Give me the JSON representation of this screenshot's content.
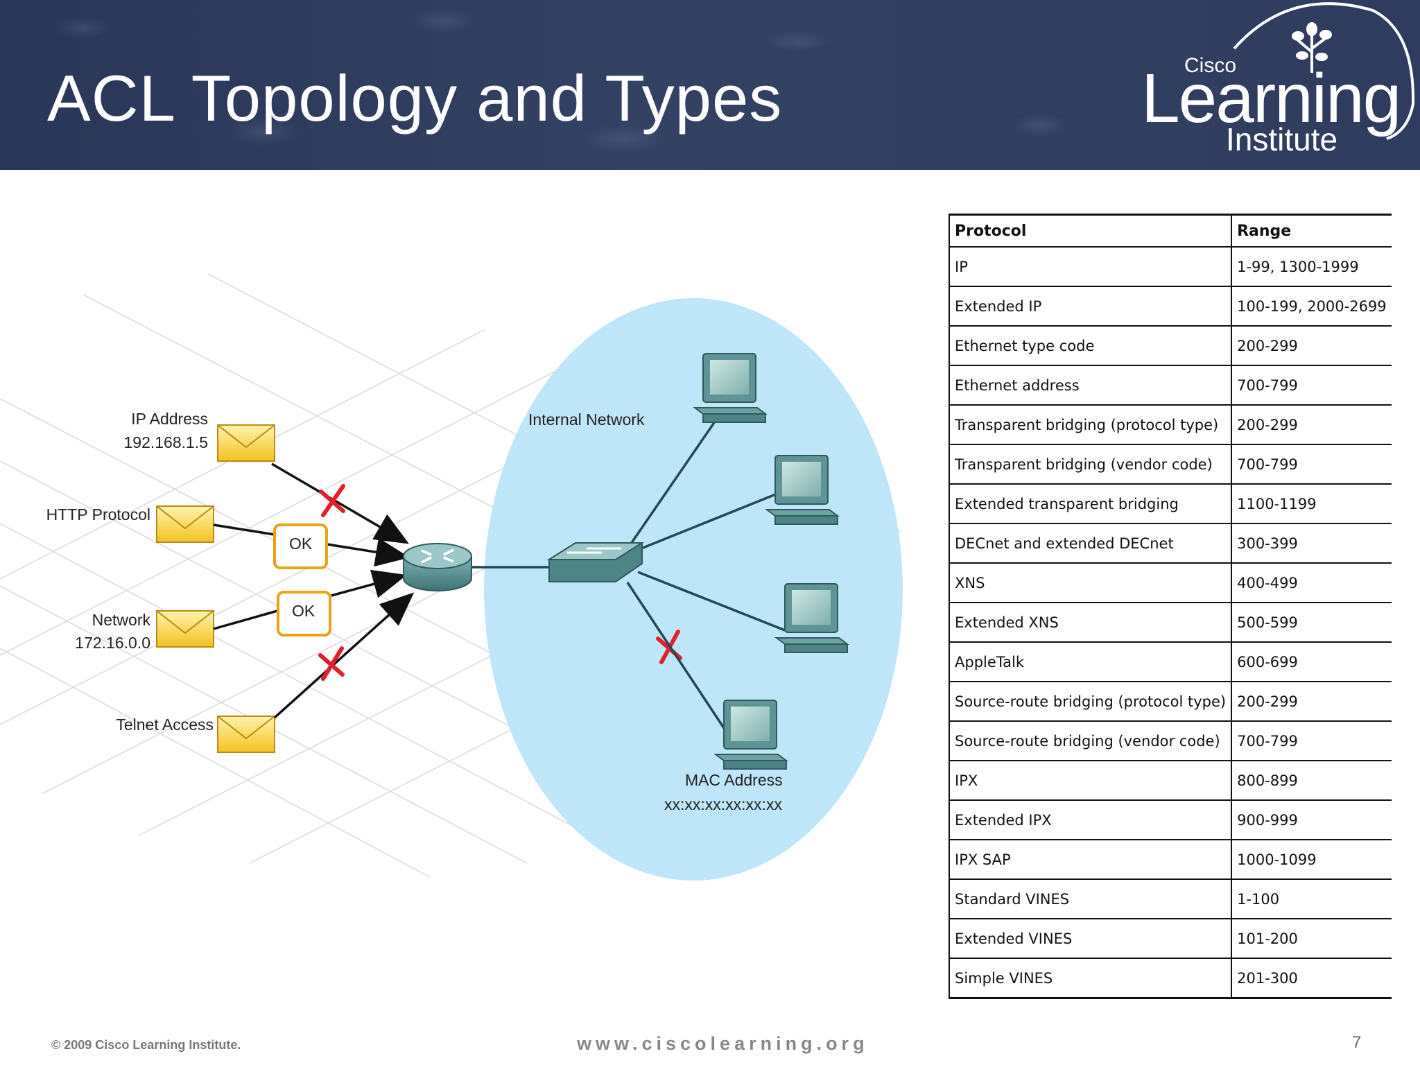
{
  "title": "ACL Topology and Types",
  "logo": {
    "line1": "Cisco",
    "line2": "Learning",
    "line3": "Institute"
  },
  "diagram": {
    "labels": {
      "ip_address": "IP Address",
      "ip_value": "192.168.1.5",
      "http": "HTTP Protocol",
      "network": "Network",
      "network_value": "172.16.0.0",
      "telnet": "Telnet Access",
      "internal_network": "Internal Network",
      "mac": "MAC Address",
      "mac_value": "xx:xx:xx:xx:xx:xx",
      "ok1": "OK",
      "ok2": "OK"
    },
    "colors": {
      "cloud": "#bfe6f8",
      "envelope": "#f6cf3a",
      "ok_border": "#e8a316",
      "deny_mark": "#e0202a"
    }
  },
  "table": {
    "headers": [
      "Protocol",
      "Range"
    ],
    "rows": [
      [
        "IP",
        "1-99, 1300-1999"
      ],
      [
        "Extended IP",
        "100-199, 2000-2699"
      ],
      [
        "Ethernet type code",
        "200-299"
      ],
      [
        "Ethernet address",
        "700-799"
      ],
      [
        "Transparent bridging (protocol type)",
        "200-299"
      ],
      [
        "Transparent bridging (vendor code)",
        "700-799"
      ],
      [
        "Extended transparent bridging",
        "1100-1199"
      ],
      [
        "DECnet and extended DECnet",
        "300-399"
      ],
      [
        "XNS",
        "400-499"
      ],
      [
        "Extended XNS",
        "500-599"
      ],
      [
        "AppleTalk",
        "600-699"
      ],
      [
        "Source-route bridging (protocol type)",
        "200-299"
      ],
      [
        "Source-route bridging (vendor code)",
        "700-799"
      ],
      [
        "IPX",
        "800-899"
      ],
      [
        "Extended IPX",
        "900-999"
      ],
      [
        "IPX SAP",
        "1000-1099"
      ],
      [
        "Standard VINES",
        "1-100"
      ],
      [
        "Extended VINES",
        "101-200"
      ],
      [
        "Simple VINES",
        "201-300"
      ]
    ]
  },
  "footer": {
    "copyright": "© 2009 Cisco Learning Institute.",
    "url": "www.ciscolearning.org",
    "page": "7"
  }
}
